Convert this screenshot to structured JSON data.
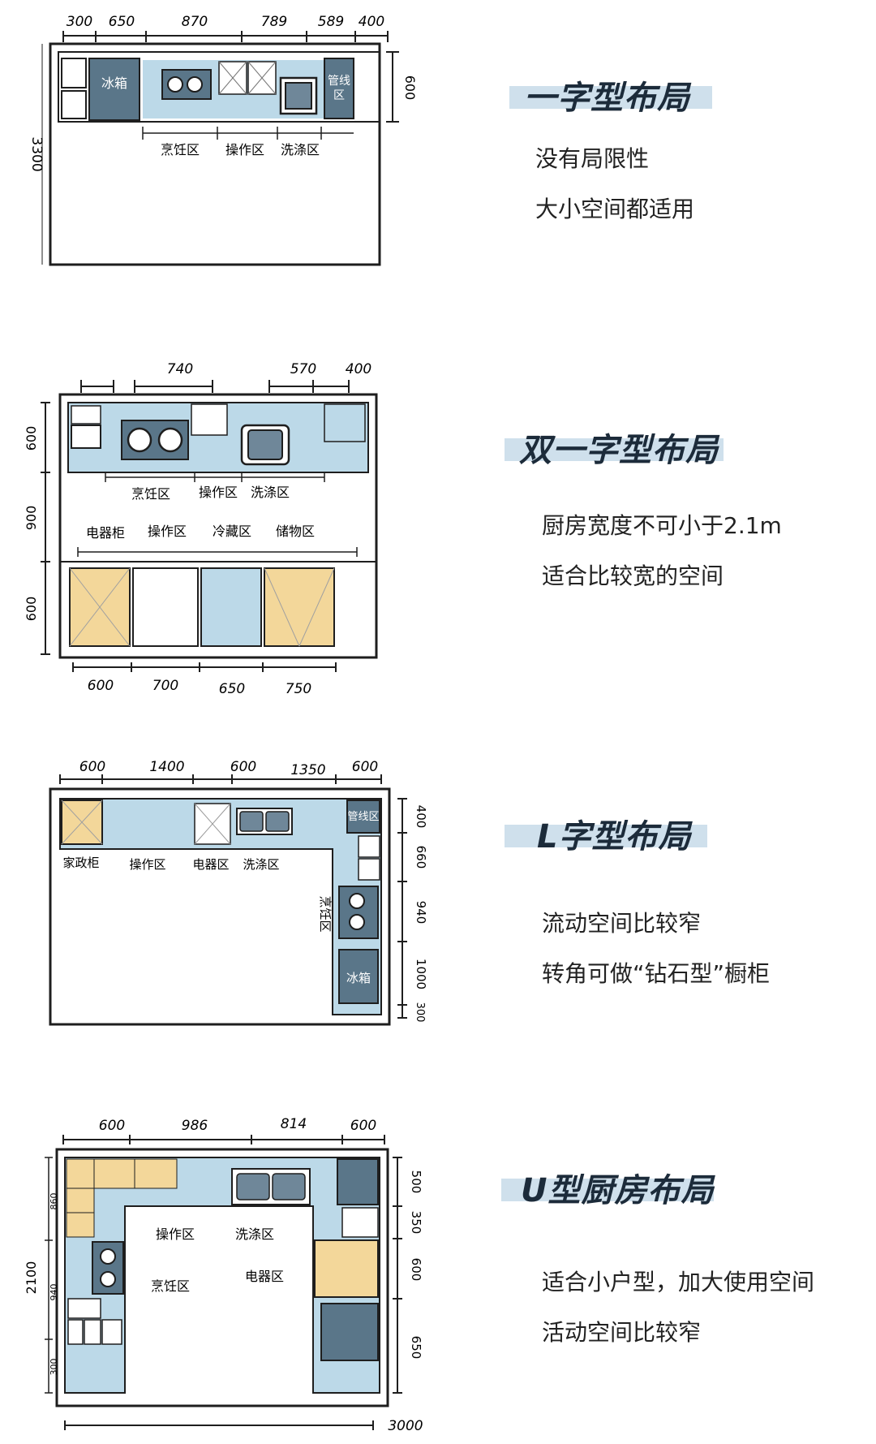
{
  "colors": {
    "wall": "#1e1e1e",
    "counter": "#bcd9e8",
    "appliance": "#5a7689",
    "cabinet": "#f3d79a",
    "sink": "#6f8799"
  },
  "layouts": [
    {
      "title": "一字型布局",
      "desc": [
        "没有局限性",
        "大小空间都适用"
      ],
      "dims_top": [
        "300",
        "650",
        "870",
        "789",
        "589",
        "400"
      ],
      "dim_right": "600",
      "dim_left": "3300",
      "labels": {
        "fridge": "冰箱",
        "pipe": "管线区",
        "zones": [
          "烹饪区",
          "操作区",
          "洗涤区"
        ]
      }
    },
    {
      "title": "双一字型布局",
      "desc": [
        "厨房宽度不可小于2.1m",
        "适合比较宽的空间"
      ],
      "dims_top": [
        "740",
        "570",
        "400"
      ],
      "dims_left": [
        "600",
        "900",
        "600"
      ],
      "dims_bottom": [
        "600",
        "700",
        "650",
        "750"
      ],
      "labels": {
        "zones_top": [
          "烹饪区",
          "操作区",
          "洗涤区"
        ],
        "zones_bottom": [
          "电器柜",
          "操作区",
          "冷藏区",
          "储物区"
        ]
      }
    },
    {
      "title": "L字型布局",
      "desc": [
        "流动空间比较窄",
        "转角可做“钻石型”橱柜"
      ],
      "dims_top": [
        "600",
        "1400",
        "600",
        "1350",
        "600"
      ],
      "dims_right": [
        "400",
        "660",
        "940",
        "1000",
        "300"
      ],
      "labels": {
        "zones": [
          "家政柜",
          "操作区",
          "电器区",
          "洗涤区"
        ],
        "cook": "烹饪区",
        "fridge": "冰箱",
        "pipe": "管线区"
      }
    },
    {
      "title": "U型厨房布局",
      "desc": [
        "适合小户型，加大使用空间",
        "活动空间比较窄"
      ],
      "dims_top": [
        "600",
        "986",
        "814",
        "600"
      ],
      "dims_right": [
        "500",
        "350",
        "600",
        "650"
      ],
      "dims_left": [
        "860",
        "940",
        "300"
      ],
      "dim_left_total": "2100",
      "dim_bottom": "3000",
      "labels": {
        "zones": [
          "操作区",
          "洗涤区",
          "烹饪区",
          "电器区"
        ]
      }
    }
  ]
}
